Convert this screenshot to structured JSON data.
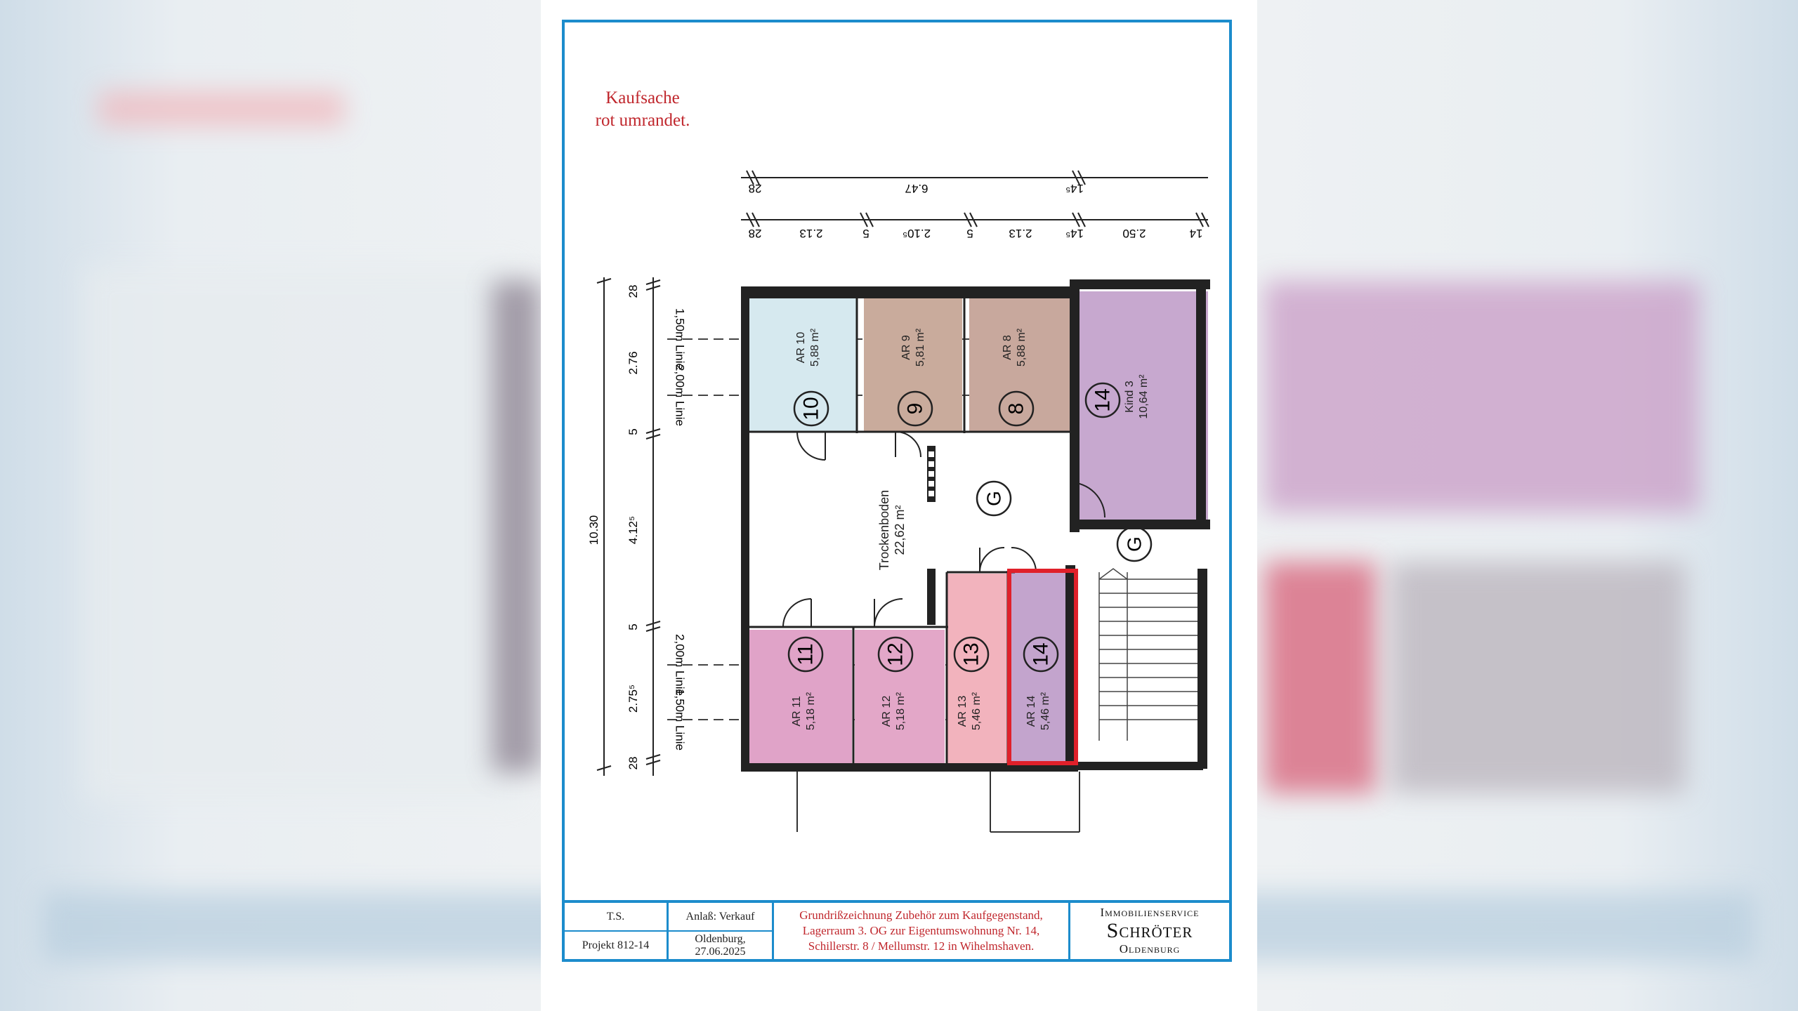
{
  "note": {
    "line1": "Kaufsache",
    "line2": "rot umrandet."
  },
  "dimensions": {
    "top_row1": [
      "28",
      "6.47",
      "14⁵"
    ],
    "top_row2": [
      "28",
      "2.13",
      "5",
      "2.10⁵",
      "5",
      "2.13",
      "14⁵",
      "2.50",
      "14"
    ],
    "left_total": "10.30",
    "left_parts": [
      "28",
      "2.76",
      "5",
      "4.12⁵",
      "5",
      "2.75⁵",
      "28"
    ],
    "lines": [
      "1,50m Linie",
      "2,00m Linie",
      "2,00m Linie",
      "1,50m Linie"
    ]
  },
  "rooms": [
    {
      "num": "10",
      "name": "AR 10",
      "area": "5,88 m²",
      "color": "#d6e9ef"
    },
    {
      "num": "9",
      "name": "AR 9",
      "area": "5,81 m²",
      "color": "#c9ab9c"
    },
    {
      "num": "8",
      "name": "AR 8",
      "area": "5,88 m²",
      "color": "#c8a89d"
    },
    {
      "num": "14",
      "name": "Kind 3",
      "area": "10,64 m²",
      "color": "#c7a8cf"
    },
    {
      "num": "11",
      "name": "AR 11",
      "area": "5,18 m²",
      "color": "#e0a3c8"
    },
    {
      "num": "12",
      "name": "AR 12",
      "area": "5,18 m²",
      "color": "#e3a7c8"
    },
    {
      "num": "13",
      "name": "AR 13",
      "area": "5,46 m²",
      "color": "#f2b3bd"
    },
    {
      "num": "14",
      "name": "AR 14",
      "area": "5,46 m²",
      "color": "#c3a4cd"
    }
  ],
  "common": {
    "label": "Trockenboden",
    "area": "22,62 m²",
    "g1": "G",
    "g2": "G"
  },
  "highlight_color": "#e0202a",
  "title_block": {
    "initials": "T.S.",
    "project": "Projekt 812-14",
    "reason": "Anlaß: Verkauf",
    "place": "Oldenburg,",
    "date": "27.06.2025",
    "desc1": "Grundrißzeichnung Zubehör zum Kaufgegenstand,",
    "desc2": "Lagerraum 3. OG zur Eigentumswohnung Nr. 14,",
    "desc3": "Schillerstr. 8 / Mellumstr. 12 in Wihelmshaven.",
    "brand1": "Immobilienservice",
    "brand2": "Schröter",
    "brand3": "Oldenburg"
  }
}
